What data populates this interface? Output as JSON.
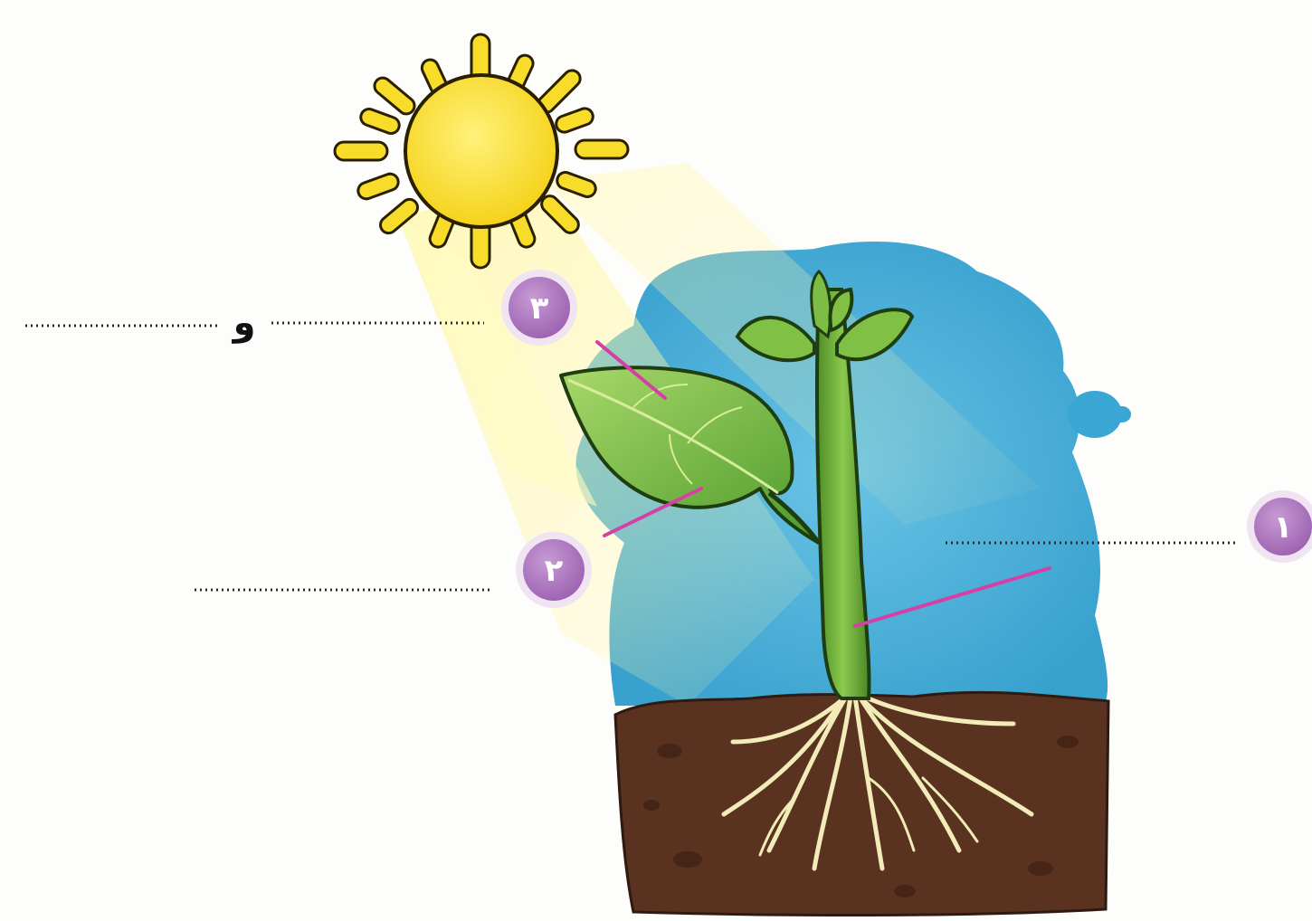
{
  "labels": {
    "one": "١",
    "two": "٢",
    "three": "٣",
    "conjunction": "و"
  },
  "colors": {
    "sky": "#3aa6d4",
    "sun": "#f7dc2a",
    "sun_outline": "#2a2000",
    "soil": "#5a3220",
    "leaf": "#6fb33c",
    "stem": "#6aa83a",
    "root": "#f1ecb8",
    "badge": "#b47cc4",
    "pointer": "#d63fa6",
    "dotted_line": "#2b2b2b"
  }
}
